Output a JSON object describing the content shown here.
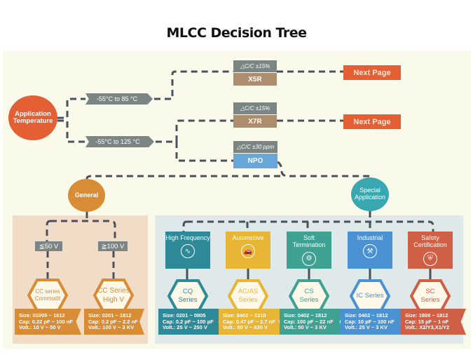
{
  "title": "MLCC Decision Tree",
  "colors": {
    "orange": "#e45f34",
    "general": "#d88c35",
    "special": "#39a7b0",
    "tag_gray": "#7b8583",
    "x5r_x7r": "#ae8c6e",
    "npo": "#66a6d8",
    "line": "#4a505c"
  },
  "root": {
    "label": "Application Temperature"
  },
  "temperature_ranges": [
    {
      "label": "-55°C to 85 °C"
    },
    {
      "label": "-55°C to 125 °C"
    }
  ],
  "dielectrics": [
    {
      "tolerance": "△C/C ±15%",
      "name": "X5R",
      "next": "Next Page"
    },
    {
      "tolerance": "△C/C ±15%",
      "name": "X7R",
      "next": "Next Page"
    },
    {
      "tolerance": "△C/C ±30 ppm",
      "name": "NPO"
    }
  ],
  "general": {
    "label": "General",
    "voltage_splits": [
      "≦50 V",
      "≧100 V"
    ],
    "series": [
      {
        "name": "CC series Commodit",
        "size": "Size: 01005 ~ 1812",
        "cap": "Cap: 0.22 pF ~ 100 nF",
        "volt": "Volt.: 10 V ~ 50 V"
      },
      {
        "name": "CC Series High V",
        "size": "Size: 0201 ~ 1812",
        "cap": "Cap: 0.2 pF ~ 2.2 nF",
        "volt": "Volt.: 100 V ~ 3 KV"
      }
    ]
  },
  "special": {
    "label": "Special Application",
    "categories": [
      {
        "name": "High Frequency",
        "icon": "sine-wave-icon",
        "glyph": "∿",
        "color": "#2e8a98",
        "series": "CQ Series",
        "size": "Size: 0201 ~ 0805",
        "cap": "Cap: 0.2 pF ~ 100 pF",
        "volt": "Volt.: 25 V ~ 250 V"
      },
      {
        "name": "Automotive",
        "icon": "car-icon",
        "glyph": "🚗",
        "color": "#e8b535",
        "series": "AC/AS Series",
        "size": "Size: 0402 ~ 1210",
        "cap": "Cap: 0.47 pF ~ 2.7 nF",
        "volt": "Volt.: 50 V ~ 630 V"
      },
      {
        "name": "Soft Termination",
        "icon": "components-icon",
        "glyph": "⚙",
        "color": "#3fa192",
        "series": "CS Series",
        "size": "Size: 0402 ~ 1812",
        "cap": "Cap: 100 pF ~ 22 nF",
        "volt": "Volt.: 50 V ~ 3 KV"
      },
      {
        "name": "Industrial",
        "icon": "robot-arm-icon",
        "glyph": "⚒",
        "color": "#4b92d2",
        "series": "IC Series",
        "size": "Size: 0402 ~ 1812",
        "cap": "Cap: 10 pF ~ 100 nF",
        "volt": "Volt.: 25 V ~ 3 KV"
      },
      {
        "name": "Safety Certification",
        "icon": "shield-hands-icon",
        "glyph": "⛨",
        "color": "#cf5f45",
        "series": "SC Series",
        "size": "Size: 1808 ~ 1812",
        "cap": "Cap: 15 pF ~ 1 nF",
        "volt": "Volt.: X2/Y3,X1/Y2"
      }
    ]
  }
}
